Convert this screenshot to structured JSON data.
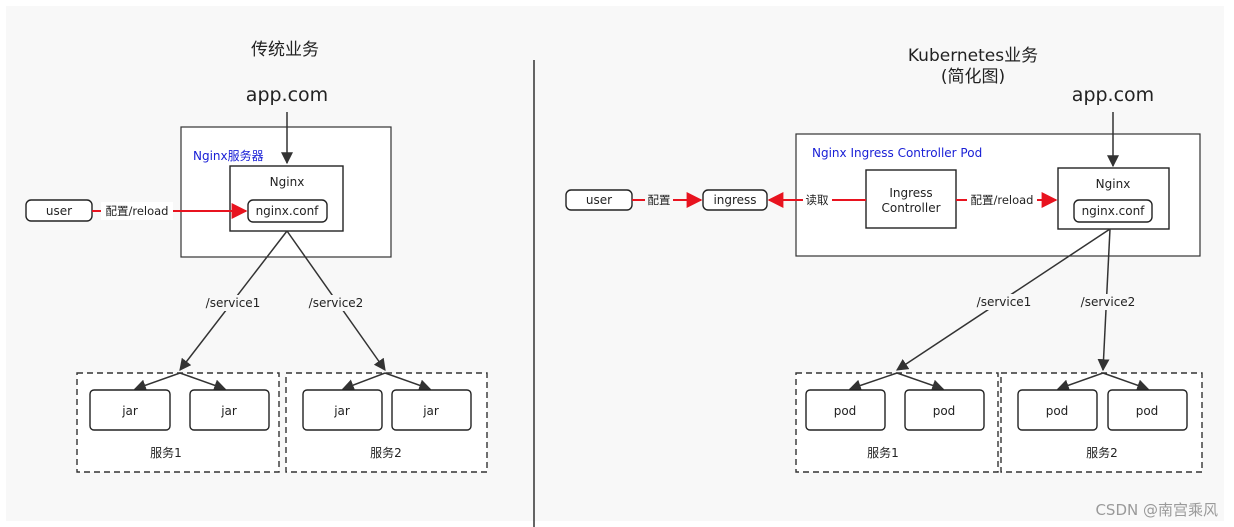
{
  "left": {
    "title": "传统业务",
    "domain": "app.com",
    "server_label": "Nginx服务器",
    "nginx": "Nginx",
    "conf": "nginx.conf",
    "user": "user",
    "edge_user": "配置/reload",
    "route1": "/service1",
    "route2": "/service2",
    "svc1_items": [
      "jar",
      "jar"
    ],
    "svc2_items": [
      "jar",
      "jar"
    ],
    "svc1_label": "服务1",
    "svc2_label": "服务2"
  },
  "right": {
    "title_line1": "Kubernetes业务",
    "title_line2": "(简化图)",
    "domain": "app.com",
    "pod_label": "Nginx Ingress Controller Pod",
    "user": "user",
    "edge_user": "配置",
    "ingress": "ingress",
    "edge_read": "读取",
    "controller_line1": "Ingress",
    "controller_line2": "Controller",
    "edge_reload": "配置/reload",
    "nginx": "Nginx",
    "conf": "nginx.conf",
    "route1": "/service1",
    "route2": "/service2",
    "svc1_items": [
      "pod",
      "pod"
    ],
    "svc2_items": [
      "pod",
      "pod"
    ],
    "svc1_label": "服务1",
    "svc2_label": "服务2"
  },
  "watermark": "CSDN @南宫乘风",
  "colors": {
    "arrow_config": "#e8131f",
    "label_blue": "#1a20d6"
  }
}
